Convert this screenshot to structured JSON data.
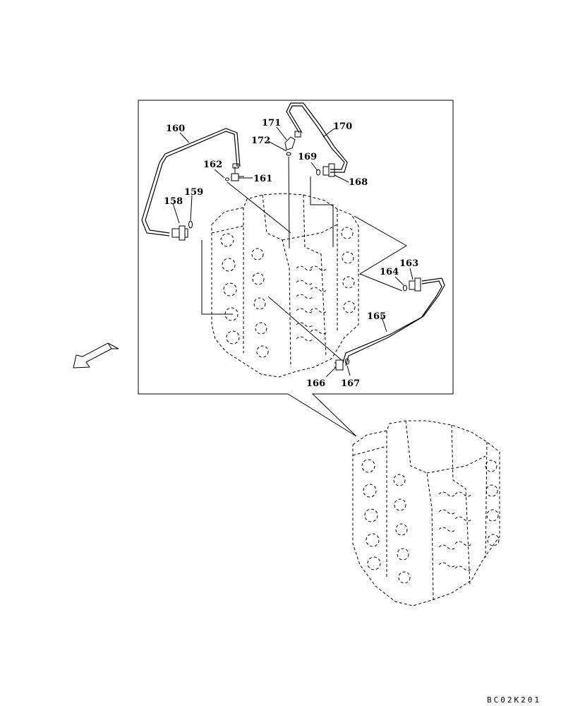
{
  "labels": {
    "p158": "158",
    "p159": "159",
    "p160": "160",
    "p161": "161",
    "p162": "162",
    "p163": "163",
    "p164": "164",
    "p165": "165",
    "p166": "166",
    "p167": "167",
    "p168": "168",
    "p169": "169",
    "p170": "170",
    "p171": "171",
    "p172": "172"
  },
  "drawing_code": "BC02K201",
  "icons": {
    "direction": "arrow-down-left-icon"
  }
}
